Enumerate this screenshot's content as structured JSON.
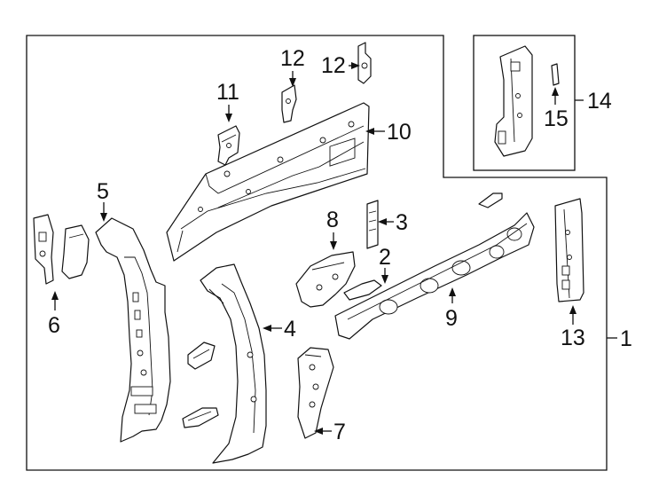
{
  "callouts": {
    "c1": "1",
    "c2": "2",
    "c3": "3",
    "c4": "4",
    "c5": "5",
    "c6": "6",
    "c7": "7",
    "c8": "8",
    "c9": "9",
    "c10": "10",
    "c11": "11",
    "c12a": "12",
    "c12b": "12",
    "c13": "13",
    "c14": "14",
    "c15": "15"
  }
}
